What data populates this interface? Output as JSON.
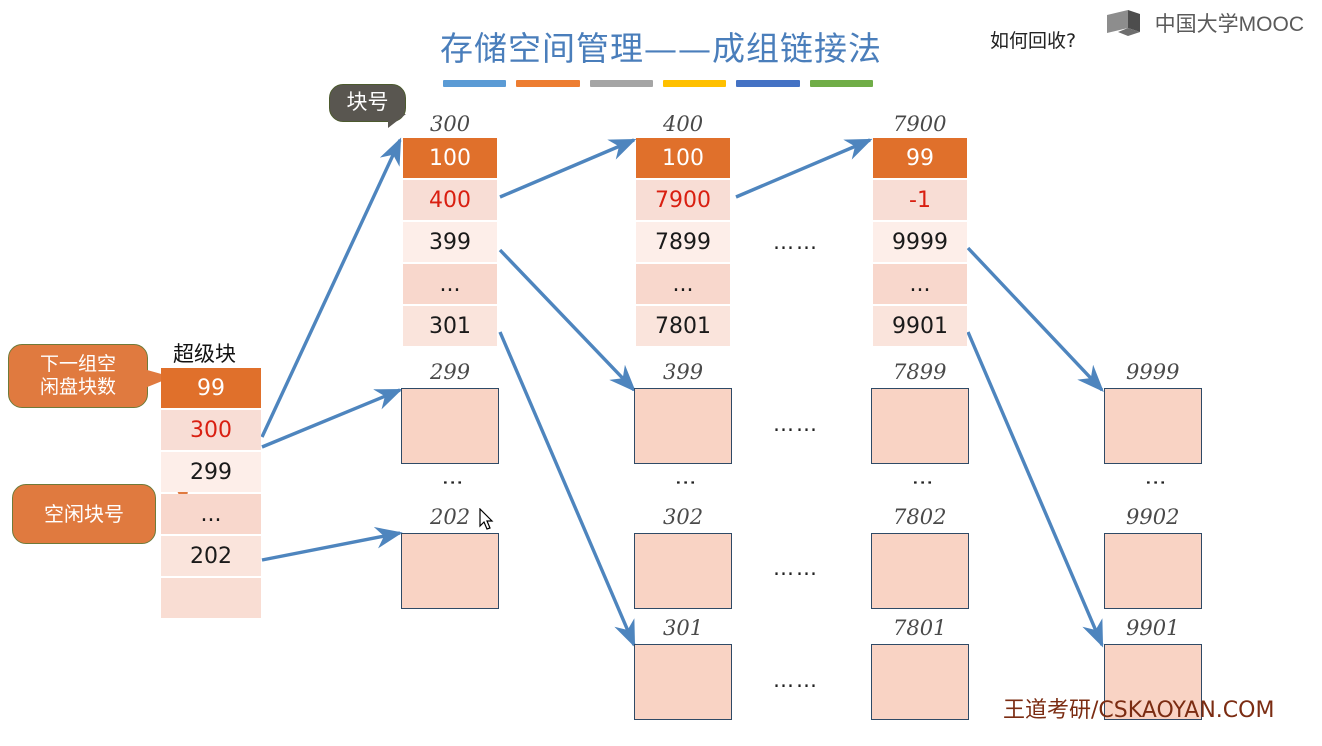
{
  "slide": {
    "title": "存储空间管理——成组链接法",
    "title_color": "#4a7ebb",
    "title_bar_colors": [
      "#5b9bd5",
      "#ed7d31",
      "#a5a5a5",
      "#ffc000",
      "#4472c4",
      "#70ad47"
    ],
    "question": "如何回收?",
    "brand": "中国大学MOOC",
    "watermark": "王道考研/CSKAOYAN.COM"
  },
  "callouts": {
    "next_group_count": "下一组空\n闲盘块数",
    "next_group_count_line1": "下一组空",
    "next_group_count_line2": "闲盘块数",
    "free_block_no": "空闲块号",
    "block_no": "块号",
    "orange": "#e07a3f",
    "gray": "#595650"
  },
  "superblock": {
    "label": "超级块",
    "cells": [
      {
        "value": "99",
        "style": "head"
      },
      {
        "value": "300",
        "style": "link"
      },
      {
        "value": "299",
        "style": "a"
      },
      {
        "value": "...",
        "style": "b"
      },
      {
        "value": "202",
        "style": "c"
      },
      {
        "value": "",
        "style": "empty"
      }
    ]
  },
  "group_columns": [
    {
      "head": "300",
      "cells": [
        {
          "value": "100",
          "style": "head"
        },
        {
          "value": "400",
          "style": "link"
        },
        {
          "value": "399",
          "style": "a"
        },
        {
          "value": "...",
          "style": "b"
        },
        {
          "value": "301",
          "style": "c"
        }
      ]
    },
    {
      "head": "400",
      "cells": [
        {
          "value": "100",
          "style": "head"
        },
        {
          "value": "7900",
          "style": "link"
        },
        {
          "value": "7899",
          "style": "a"
        },
        {
          "value": "...",
          "style": "b"
        },
        {
          "value": "7801",
          "style": "c"
        }
      ]
    },
    {
      "head": "7900",
      "cells": [
        {
          "value": "99",
          "style": "head"
        },
        {
          "value": "-1",
          "style": "link"
        },
        {
          "value": "9999",
          "style": "a"
        },
        {
          "value": "...",
          "style": "b"
        },
        {
          "value": "9901",
          "style": "c"
        }
      ]
    }
  ],
  "ellipsis": {
    "mid_top": "……",
    "lower_1": "……",
    "lower_2": "……",
    "lower_3": "……"
  },
  "free_block_columns": [
    {
      "labels": [
        "299",
        "202"
      ],
      "dots": "⋮"
    },
    {
      "labels": [
        "399",
        "302",
        "301"
      ],
      "dots": "⋮"
    },
    {
      "labels": [
        "7899",
        "7802",
        "7801"
      ],
      "dots": "⋮"
    },
    {
      "labels": [
        "9999",
        "9902",
        "9901"
      ],
      "dots": "⋮"
    }
  ],
  "colors": {
    "arrow": "#4e85be",
    "cell_head": "#e0702b",
    "cell_link_text": "#d91f11",
    "free_block_fill": "#f9d3c4",
    "free_block_border": "#2f4a66"
  }
}
